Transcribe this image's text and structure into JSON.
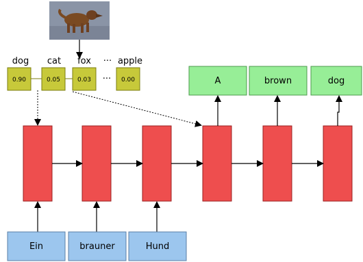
{
  "image": {
    "subject": "dog-photo",
    "colors": {
      "background": "#8a94a6",
      "dog": "#7a4a22"
    }
  },
  "softmax": {
    "labels": [
      "dog",
      "cat",
      "fox",
      "···",
      "apple"
    ],
    "values": [
      "0.90",
      "0.05",
      "0.03",
      "···",
      "0.00"
    ],
    "colors": {
      "fill": "#c7c93a",
      "stroke": "#7b7d10"
    }
  },
  "encoder": {
    "inputs": [
      "Ein",
      "brauner",
      "Hund"
    ],
    "colors": {
      "fill": "#9cc6ee",
      "stroke": "#5a7fa7"
    }
  },
  "decoder": {
    "outputs": [
      "A",
      "brown",
      "dog"
    ],
    "colors": {
      "fill": "#97ee97",
      "stroke": "#4e9a4e"
    }
  },
  "rnn": {
    "cells": 6,
    "colors": {
      "fill": "#ee4e4e",
      "stroke": "#9a2020"
    }
  },
  "arrows": {
    "color": "#000000"
  }
}
